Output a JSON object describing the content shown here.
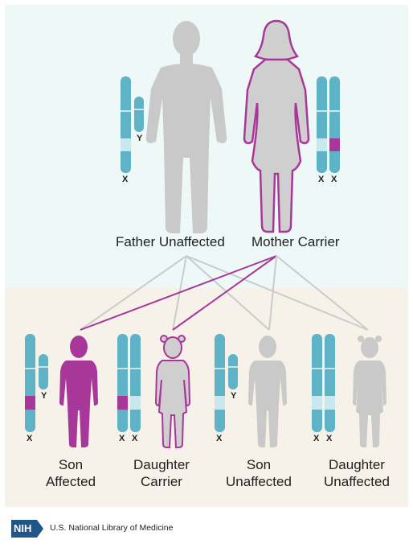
{
  "parents": {
    "father_label": "Father Unaffected",
    "mother_label": "Mother Carrier"
  },
  "children": [
    {
      "line1": "Son",
      "line2": "Affected"
    },
    {
      "line1": "Daughter",
      "line2": "Carrier"
    },
    {
      "line1": "Son",
      "line2": "Unaffected"
    },
    {
      "line1": "Daughter",
      "line2": "Unaffected"
    }
  ],
  "chromosome_labels": {
    "x": "X",
    "y": "Y"
  },
  "footer": {
    "logo_text": "NIH",
    "org_name": "U.S. National Library of Medicine"
  },
  "colors": {
    "chromosome": "#5fb3c6",
    "chromosome_light": "#c9e8ee",
    "mutation": "#a7389a",
    "unaffected_figure": "#c9c9c9",
    "carrier_fill": "#d0cfd0",
    "affected_figure": "#a7389a",
    "father_link": "#c8cccc",
    "mother_link": "#a7389a",
    "top_background": "#eef8f7",
    "bottom_background": "#f7f2e9"
  }
}
